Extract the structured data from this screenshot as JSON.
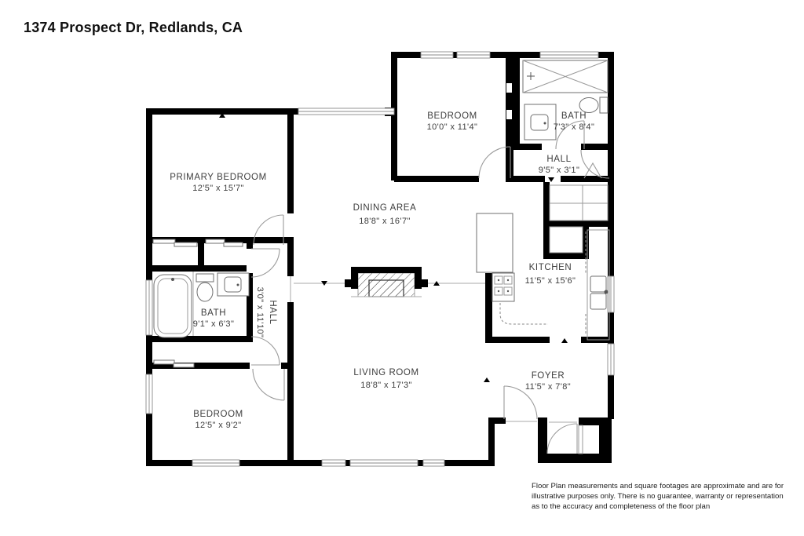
{
  "title": "1374 Prospect Dr, Redlands, CA",
  "colors": {
    "wall": "#000000",
    "label": "#3d3d3d",
    "fixture": "#6f6f6f"
  },
  "floor_plan": {
    "rooms": {
      "primary_bedroom": {
        "name": "PRIMARY BEDROOM",
        "dims": "12'5\" x 15'7\""
      },
      "bedroom_top": {
        "name": "BEDROOM",
        "dims": "10'0\" x 11'4\""
      },
      "bath_top": {
        "name": "BATH",
        "dims": "7'3\" x 8'4\""
      },
      "hall_top": {
        "name": "HALL",
        "dims": "9'5\" x 3'1\""
      },
      "dining_area": {
        "name": "DINING AREA",
        "dims": "18'8\" x 16'7\""
      },
      "kitchen": {
        "name": "KITCHEN",
        "dims": "11'5\" x 15'6\""
      },
      "bath_main": {
        "name": "BATH",
        "dims": "9'1\" x 6'3\""
      },
      "hall_main": {
        "name": "HALL",
        "dims": "3'0\" x 11'10\""
      },
      "living_room": {
        "name": "LIVING ROOM",
        "dims": "18'8\" x 17'3\""
      },
      "foyer": {
        "name": "FOYER",
        "dims": "11'5\" x 7'8\""
      },
      "bedroom_bottom": {
        "name": "BEDROOM",
        "dims": "12'5\" x 9'2\""
      }
    }
  },
  "disclaimer": {
    "line1": "Floor Plan measurements and square footages are approximate and are for",
    "line2": "illustrative purposes only. There is no guarantee, warranty or representation",
    "line3": "as to the accuracy and completeness of the floor plan"
  }
}
